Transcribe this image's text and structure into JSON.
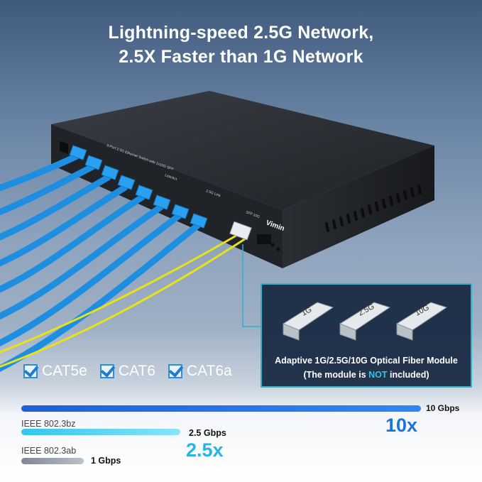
{
  "headline": {
    "line1": "Lightning-speed 2.5G Network,",
    "line2": "2.5X Faster than 1G Network"
  },
  "device": {
    "brand": "Vimin",
    "panel_label": "8-Port 2.5G Ethernet Switch with 1x10G SFP",
    "link_act": "Link/Act",
    "link_25g": "2.5G Link",
    "sfp_label": "SFP 10G"
  },
  "module_inset": {
    "labels": [
      "1G",
      "2.5G",
      "10G"
    ],
    "caption_line1": "Adaptive 1G/2.5G/10G Optical Fiber Module",
    "caption_pre": "(The module is ",
    "caption_not": "NOT",
    "caption_post": " included)",
    "border_color": "#2fb3c8"
  },
  "cable_types": [
    "CAT5e",
    "CAT6",
    "CAT6a"
  ],
  "speed_comparison": {
    "bars": [
      {
        "label": "10 Gbps",
        "multiplier": "10x",
        "color": "#1e73d8"
      },
      {
        "standard": "IEEE  802.3bz",
        "label": "2.5 Gbps",
        "multiplier": "2.5x",
        "color": "#27b5df"
      },
      {
        "standard": "IEEE  802.3ab",
        "label": "1 Gbps",
        "color": "#9aa3ad"
      }
    ]
  },
  "colors": {
    "cable_blue": "#1e8fe0",
    "fiber_yellow": "#e8e21a",
    "switch_body": "#2a2d31"
  }
}
